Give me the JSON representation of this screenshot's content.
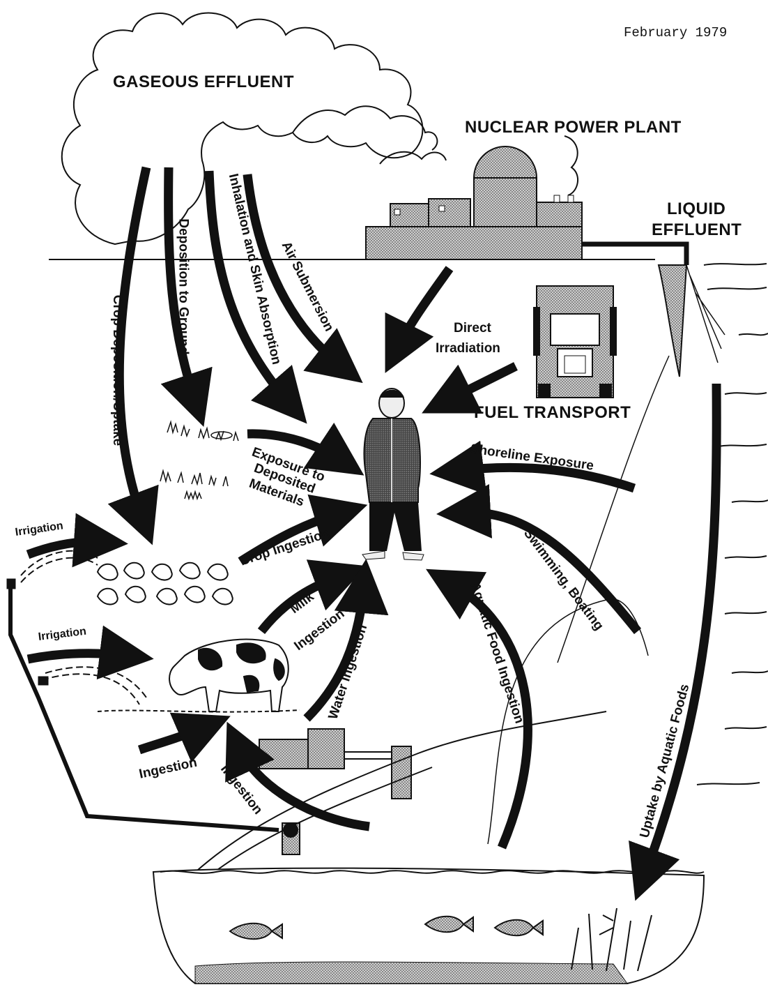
{
  "date": "February 1979",
  "title_labels": {
    "gaseous_effluent": "GASEOUS EFFLUENT",
    "nuclear_power_plant": "NUCLEAR POWER PLANT",
    "liquid_effluent_line1": "LIQUID",
    "liquid_effluent_line2": "EFFLUENT",
    "fuel_transport": "FUEL TRANSPORT"
  },
  "pathways": {
    "crop_deposition": "Crop Deposition/Uptake",
    "deposition_to_ground": "Deposition to Ground",
    "inhalation": "Inhalation and Skin Absorption",
    "air_submersion": "Air Submersion",
    "direct_irradiation_line1": "Direct",
    "direct_irradiation_line2": "Irradiation",
    "exposure_line1": "Exposure to",
    "exposure_line2": "Deposited",
    "exposure_line3": "Materials",
    "irrigation_top": "Irrigation",
    "crop_ingestion": "Crop Ingestion",
    "shoreline_exposure": "Shoreline Exposure",
    "swimming_boating": "Swimming, Boating",
    "milk_line1": "Milk",
    "milk_line2": "Ingestion",
    "irrigation_bottom": "Irrigation",
    "water_ingestion": "Water Ingestion",
    "aquatic_food_ingestion": "Aquatic Food Ingestion",
    "uptake_aquatic": "Uptake by Aquatic Foods",
    "ingestion_left": "Ingestion",
    "ingestion_diag": "Ingestion"
  },
  "colors": {
    "ink": "#111111",
    "paper": "#ffffff",
    "stipple": "#8a8a8a"
  }
}
